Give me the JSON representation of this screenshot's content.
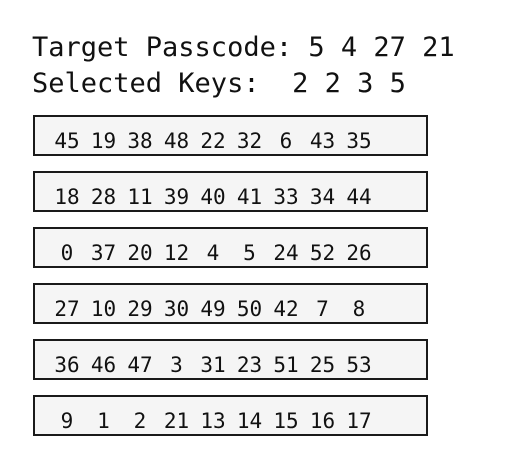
{
  "header": {
    "target_label": "Target Passcode:",
    "target_value": "5 4 27 21",
    "selected_label": "Selected Keys: ",
    "selected_value": "2 2 3 5"
  },
  "keypad": {
    "rows": [
      [
        "45",
        "19",
        "38",
        "48",
        "22",
        "32",
        "6",
        "43",
        "35"
      ],
      [
        "18",
        "28",
        "11",
        "39",
        "40",
        "41",
        "33",
        "34",
        "44"
      ],
      [
        "0",
        "37",
        "20",
        "12",
        "4",
        "5",
        "24",
        "52",
        "26"
      ],
      [
        "27",
        "10",
        "29",
        "30",
        "49",
        "50",
        "42",
        "7",
        "8"
      ],
      [
        "36",
        "46",
        "47",
        "3",
        "31",
        "23",
        "51",
        "25",
        "53"
      ],
      [
        "9",
        "1",
        "2",
        "21",
        "13",
        "14",
        "15",
        "16",
        "17"
      ]
    ]
  }
}
